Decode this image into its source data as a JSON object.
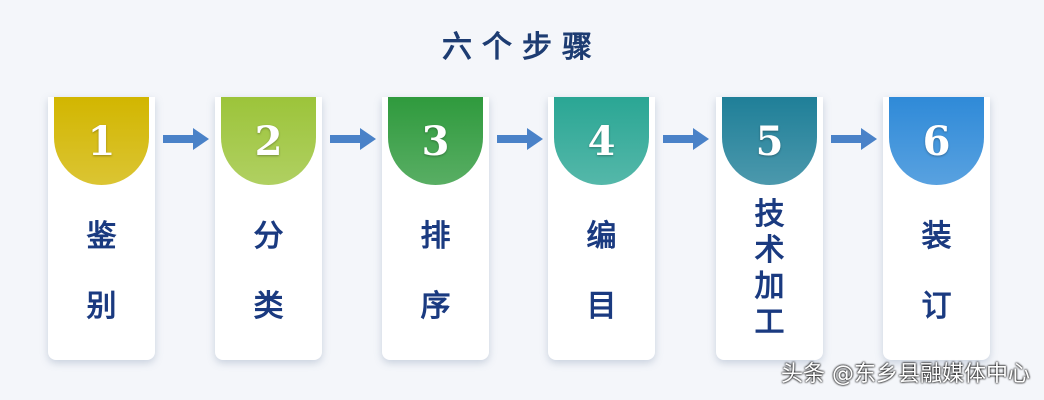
{
  "title": "六个步骤",
  "steps": [
    {
      "num": "1",
      "label": "鉴别",
      "color": "#d2b600"
    },
    {
      "num": "2",
      "label": "分类",
      "color": "#9cc43a"
    },
    {
      "num": "3",
      "label": "排序",
      "color": "#2f9a3d"
    },
    {
      "num": "4",
      "label": "编目",
      "color": "#2aa694"
    },
    {
      "num": "5",
      "label": "技术加工",
      "color": "#1f7f98"
    },
    {
      "num": "6",
      "label": "装订",
      "color": "#2f8ad8"
    }
  ],
  "arrow_color": "#4a82c8",
  "watermark": "头条 @东乡县融媒体中心"
}
